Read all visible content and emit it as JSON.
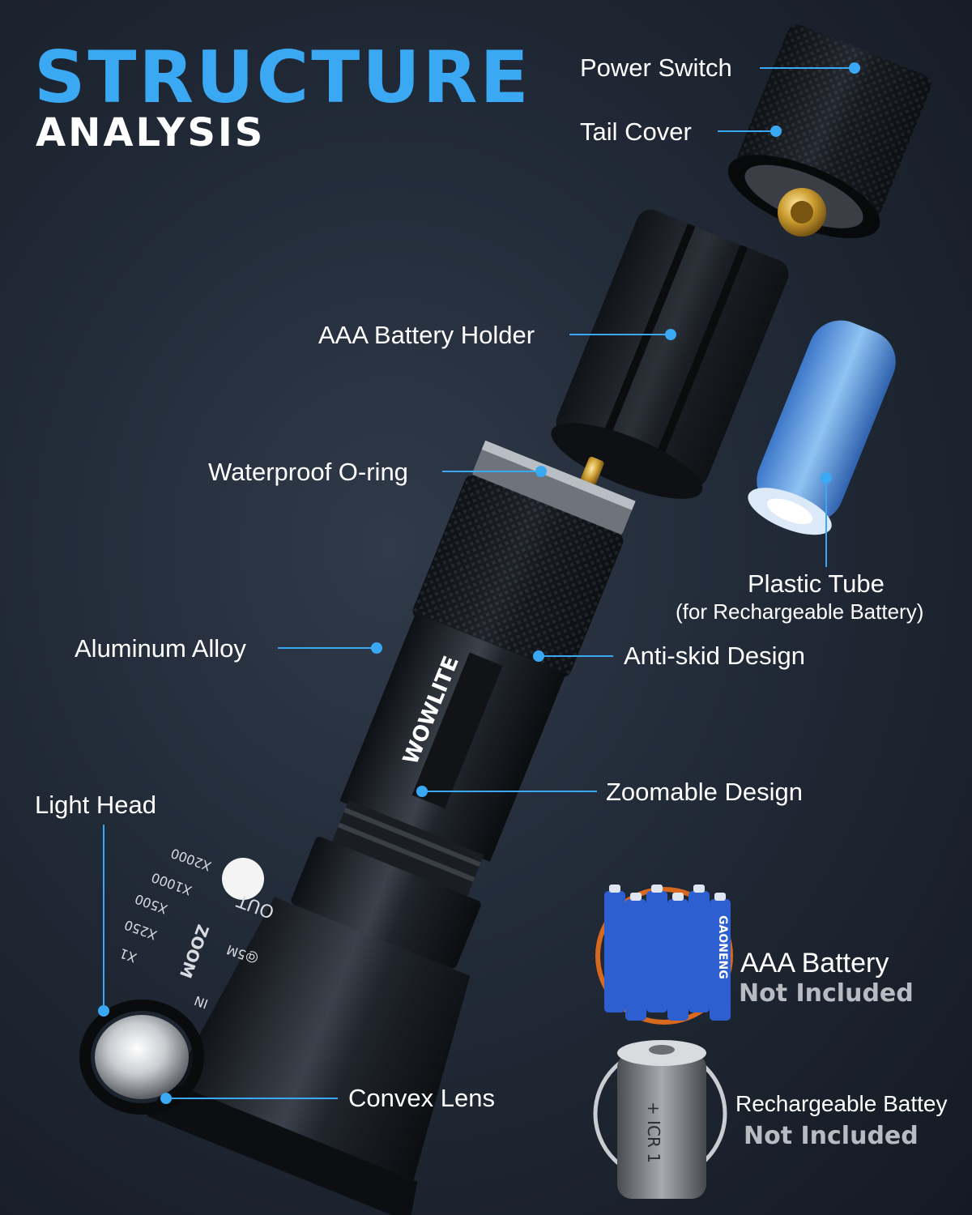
{
  "title": {
    "main": "STRUCTURE",
    "sub": "ANALYSIS"
  },
  "brand": "WOWLITE",
  "zoom_ring": {
    "zoom": "ZOOM",
    "out": "OUT",
    "in": "IN",
    "marks": [
      "X2000",
      "X1000",
      "X500",
      "X250",
      "X1"
    ],
    "distance": "@5M"
  },
  "battery_print": {
    "aaa": "GAONENG",
    "cell": "+ ICR 1"
  },
  "labels": {
    "power_switch": "Power Switch",
    "tail_cover": "Tail Cover",
    "battery_holder": "AAA Battery Holder",
    "oring": "Waterproof O-ring",
    "plastic_tube": "Plastic Tube",
    "plastic_tube_note": "(for Rechargeable Battery)",
    "aluminum": "Aluminum Alloy",
    "anti_skid": "Anti-skid Design",
    "zoomable": "Zoomable Design",
    "light_head": "Light Head",
    "convex_lens": "Convex Lens",
    "aaa_battery": "AAA Battery",
    "aaa_not_included": "Not Included",
    "rechargeable": "Rechargeable Battey",
    "rechargeable_not_included": "Not Included"
  },
  "colors": {
    "accent": "#3aa8f2",
    "background": "#212a37",
    "muted": "#b8bcc2"
  }
}
